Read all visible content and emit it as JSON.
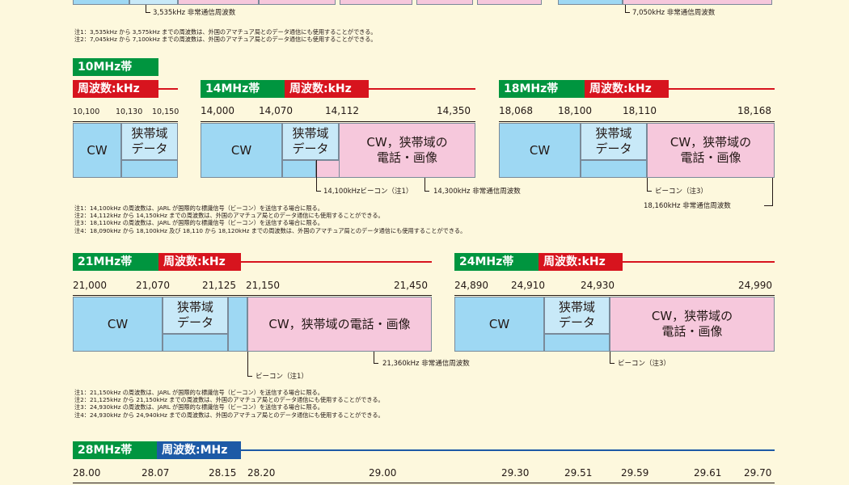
{
  "top": {
    "ann_left": "3,535kHz 非常通信周波数",
    "ann_right": "7,050kHz 非常通信周波数",
    "notes": [
      "注1：3,535kHz から 3,575kHz までの周波数は、外国のアマチュア局とのデータ通信にも使用することができる。",
      "注2：7,045kHz から 7,100kHz までの周波数は、外国のアマチュア局とのデータ通信にも使用することができる。"
    ]
  },
  "bands": {
    "b10": {
      "name": "10MHz帯",
      "unit": "周波数:kHz",
      "freqs": [
        "10,100",
        "10,130",
        "10,150"
      ],
      "cw": "CW",
      "nd": "狭帯域\nデータ"
    },
    "b14": {
      "name": "14MHz帯",
      "unit": "周波数:kHz",
      "freqs": [
        "14,000",
        "14,070",
        "14,112",
        "14,350"
      ],
      "cw": "CW",
      "nd": "狭帯域\nデータ",
      "ph": "CW，狭帯域の\n電話・画像",
      "ann1": "14,100kHzビーコン（注1）",
      "ann2": "14,300kHz 非常通信周波数"
    },
    "b18": {
      "name": "18MHz帯",
      "unit": "周波数:kHz",
      "freqs": [
        "18,068",
        "18,100",
        "18,110",
        "18,168"
      ],
      "cw": "CW",
      "nd": "狭帯域\nデータ",
      "ph": "CW，狭帯域の\n電話・画像",
      "ann1": "ビーコン（注3）",
      "ann2": "18,160kHz 非常通信周波数"
    },
    "b21": {
      "name": "21MHz帯",
      "unit": "周波数:kHz",
      "freqs": [
        "21,000",
        "21,070",
        "21,125",
        "21,150",
        "21,450"
      ],
      "cw": "CW",
      "nd": "狭帯域\nデータ",
      "ph": "CW，狭帯域の電話・画像",
      "ann1": "21,360kHz 非常通信周波数",
      "ann2": "ビーコン（注1）"
    },
    "b24": {
      "name": "24MHz帯",
      "unit": "周波数:kHz",
      "freqs": [
        "24,890",
        "24,910",
        "24,930",
        "24,990"
      ],
      "cw": "CW",
      "nd": "狭帯域\nデータ",
      "ph": "CW，狭帯域の\n電話・画像",
      "ann1": "ビーコン（注3）"
    },
    "b28": {
      "name": "28MHz帯",
      "unit": "周波数:MHz",
      "freqs": [
        "28.00",
        "28.07",
        "28.15",
        "28.20",
        "29.00",
        "29.30",
        "29.51",
        "29.59",
        "29.61",
        "29.70"
      ]
    }
  },
  "notes_mid": [
    "注1：14,100kHz の周波数は、JARL が国際的な標識信号（ビーコン）を送信する場合に限る。",
    "注2：14,112kHz から 14,150kHz までの周波数は、外国のアマチュア局とのデータ通信にも使用することができる。",
    "注3：18,110kHz の周波数は、JARL が国際的な標識信号（ビーコン）を送信する場合に限る。",
    "注4：18,090kHz から 18,100kHz 及び 18,110 から 18,120kHz までの周波数は、外国のアマチュア局とのデータ通信にも使用することができる。"
  ],
  "notes_low": [
    "注1：21,150kHz の周波数は、JARL が国際的な標識信号（ビーコン）を送信する場合に限る。",
    "注2：21,125kHz から 21,150kHz までの周波数は、外国のアマチュア局とのデータ通信にも使用することができる。",
    "注3：24,930kHz の周波数は、JARL が国際的な標識信号（ビーコン）を送信する場合に限る。",
    "注4：24,930kHz から 24,940kHz までの周波数は、外国のアマチュア局とのデータ通信にも使用することができる。"
  ],
  "colors": {
    "cw": "#9ed8f3",
    "narrow_data": "#c8e9f8",
    "phone": "#f6c8dc",
    "green": "#00953f",
    "red": "#d7141e",
    "blue": "#1d5aa6"
  }
}
